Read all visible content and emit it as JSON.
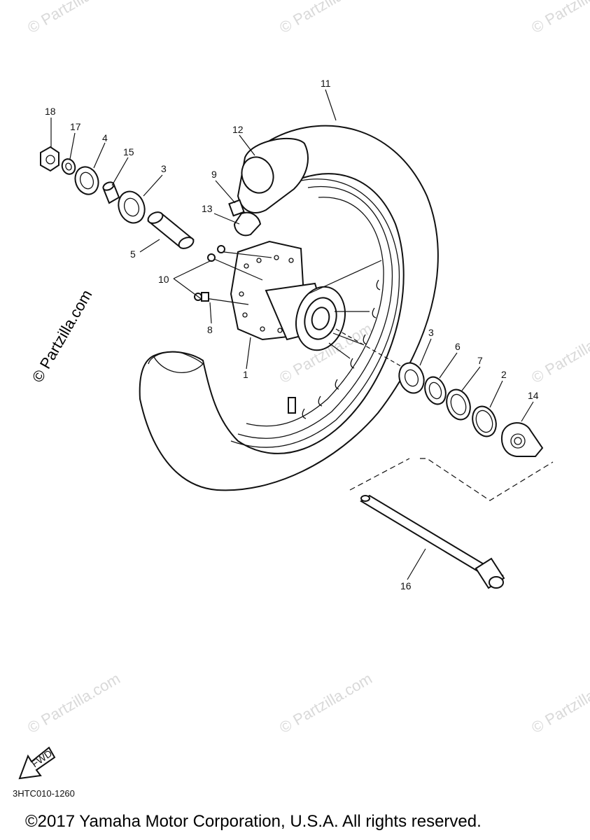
{
  "watermark": {
    "text": "© Partzilla.com",
    "side_text": "© Partzilla.com"
  },
  "callouts": [
    {
      "id": "c1",
      "label": "1"
    },
    {
      "id": "c2",
      "label": "2"
    },
    {
      "id": "c3a",
      "label": "3"
    },
    {
      "id": "c3b",
      "label": "3"
    },
    {
      "id": "c4",
      "label": "4"
    },
    {
      "id": "c5",
      "label": "5"
    },
    {
      "id": "c6",
      "label": "6"
    },
    {
      "id": "c7",
      "label": "7"
    },
    {
      "id": "c8",
      "label": "8"
    },
    {
      "id": "c9",
      "label": "9"
    },
    {
      "id": "c10",
      "label": "10"
    },
    {
      "id": "c11",
      "label": "11"
    },
    {
      "id": "c12",
      "label": "12"
    },
    {
      "id": "c13",
      "label": "13"
    },
    {
      "id": "c14",
      "label": "14"
    },
    {
      "id": "c15",
      "label": "15"
    },
    {
      "id": "c16",
      "label": "16"
    },
    {
      "id": "c17",
      "label": "17"
    },
    {
      "id": "c18",
      "label": "18"
    }
  ],
  "fwd_label": "FWD",
  "diagram_code": "3HTC010-1260",
  "copyright": "©2017 Yamaha Motor Corporation, U.S.A. All rights reserved."
}
